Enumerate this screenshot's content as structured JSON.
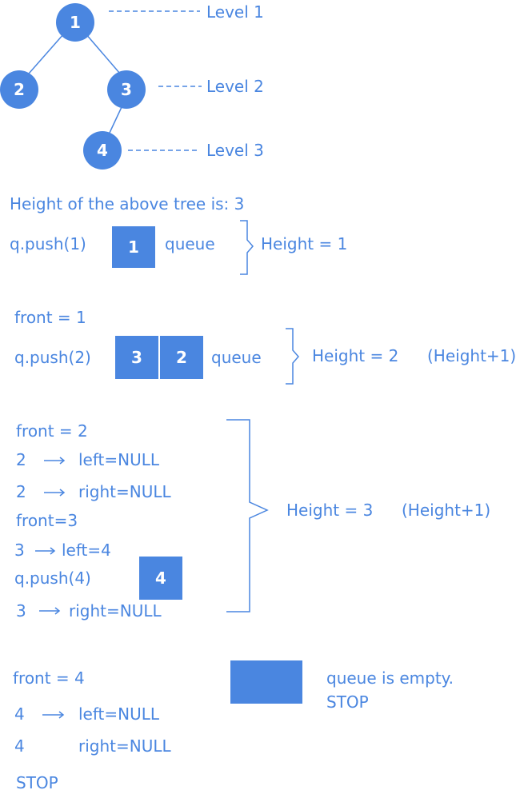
{
  "tree": {
    "nodes": [
      "1",
      "2",
      "3",
      "4"
    ],
    "levels": [
      "Level 1",
      "Level 2",
      "Level 3"
    ]
  },
  "height_line": "Height of the above tree is: 3",
  "step1": {
    "push": "q.push(1)",
    "queue": [
      "1"
    ],
    "queue_label": "queue",
    "height": "Height = 1"
  },
  "step2": {
    "front": "front = 1",
    "push": "q.push(2)",
    "queue": [
      "3",
      "2"
    ],
    "queue_label": "queue",
    "height": "Height = 2",
    "note": "(Height+1)"
  },
  "step3": {
    "front1": "front = 2",
    "l1_num": "2",
    "l1_text": "left=NULL",
    "l2_num": "2",
    "l2_text": "right=NULL",
    "front2": "front=3",
    "l3_num": "3",
    "l3_text": "left=4",
    "push": "q.push(4)",
    "queue": [
      "4"
    ],
    "l4_num": "3",
    "l4_text": "right=NULL",
    "height": "Height = 3",
    "note": "(Height+1)"
  },
  "step4": {
    "front": "front = 4",
    "l1_num": "4",
    "l1_text": "left=NULL",
    "l2_num": "4",
    "l2_text": "right=NULL",
    "stop": "STOP",
    "empty_line1": "queue is empty.",
    "empty_line2": "STOP"
  },
  "colors": {
    "accent": "#4a86e0",
    "background": "#ffffff",
    "node_text": "#ffffff"
  }
}
